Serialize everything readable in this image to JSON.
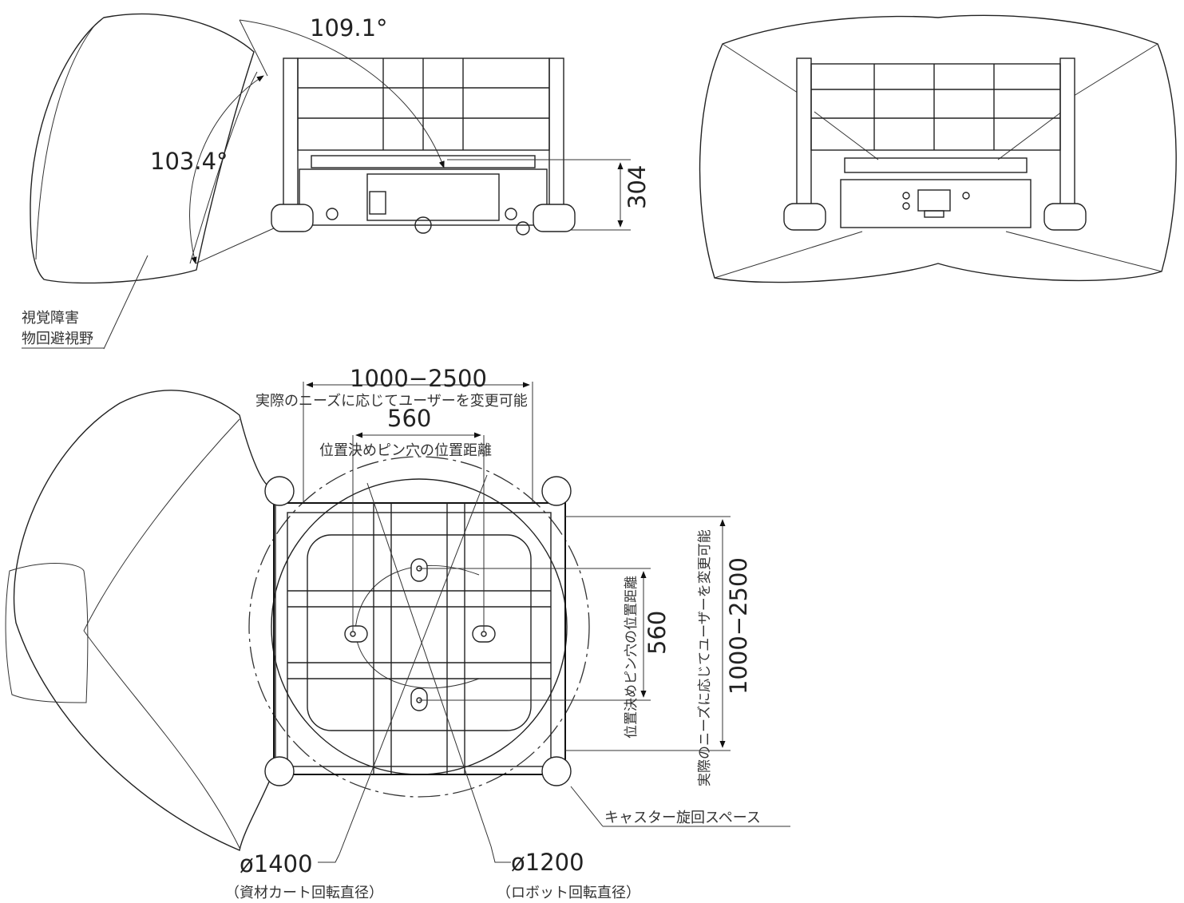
{
  "front_view": {
    "angle_top": "109.1°",
    "angle_side": "103.4°",
    "height_dim": "304",
    "vision_label_line1": "視覚障害",
    "vision_label_line2": "物回避視野"
  },
  "top_view": {
    "width_dim": "1000−2500",
    "width_note": "実際のニーズに応じてユーザーを変更可能",
    "pin_dim": "560",
    "pin_note": "位置決めピン穴の位置距離",
    "vertical_width_dim": "1000−2500",
    "vertical_width_note": "実際のニーズに応じてユーザーを変更可能",
    "vertical_pin_dim": "560",
    "vertical_pin_note": "位置決めピン穴の位置距離",
    "caster_label": "キャスター旋回スペース",
    "dia_cart": "ø1400",
    "dia_cart_note": "（資材カート回転直径）",
    "dia_robot": "ø1200",
    "dia_robot_note": "（ロボット回転直径）"
  }
}
